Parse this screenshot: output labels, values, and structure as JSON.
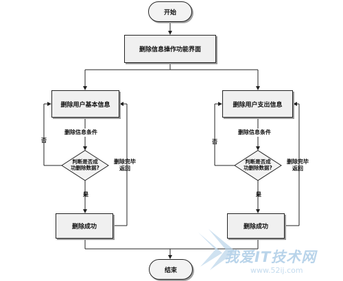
{
  "nodes": {
    "start": "开始",
    "main_screen": "删除信息操作功能界面",
    "left_delete_user": "删除用户基本信息",
    "right_delete_user": "删除用户支出信息",
    "left_condition": "删除信息条件",
    "right_condition": "删除信息条件",
    "left_decision_line1": "判断是否成",
    "left_decision_line2": "功删除数据?",
    "right_decision_line1": "判断是否成",
    "right_decision_line2": "功删除数据?",
    "left_success": "删除成功",
    "right_success": "删除成功",
    "end": "结束"
  },
  "edge_labels": {
    "left_no": "否",
    "left_yes": "是",
    "left_return_line1": "删除完毕",
    "left_return_line2": "返回",
    "right_no": "否",
    "right_yes": "是",
    "right_return_line1": "删除完毕",
    "right_return_line2": "返回"
  },
  "watermark": {
    "title": "我爱IT技术网",
    "url": "www.52ij.com"
  },
  "colors": {
    "line": "#222222",
    "box_fill": "#f0f0f0",
    "shadow": "#9a9a9a",
    "watermark": "#b9d4ea"
  }
}
